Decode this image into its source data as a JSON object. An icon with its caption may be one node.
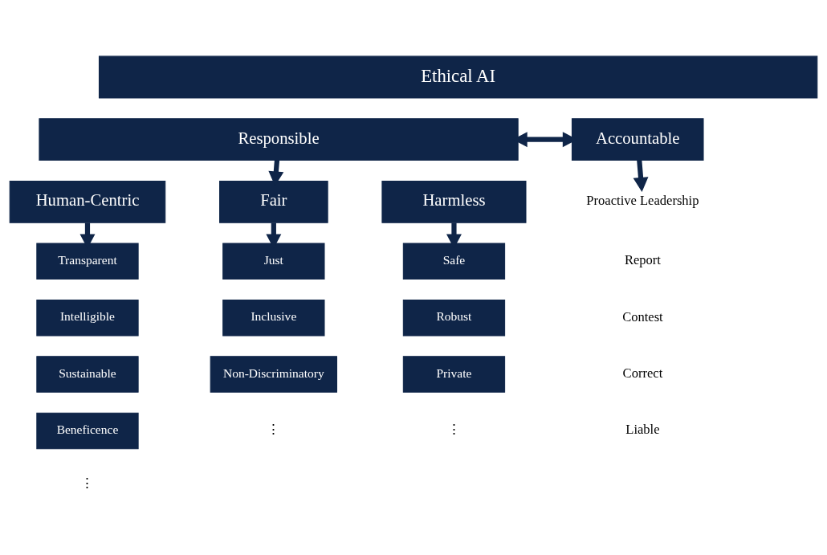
{
  "diagram": {
    "nodes": [
      {
        "text": [
          "Ethical AI"
        ]
      },
      {
        "text": [
          "Responsible"
        ]
      },
      {
        "text": [
          "Accountable"
        ]
      },
      {
        "text": [
          "Human-Centric"
        ]
      },
      {
        "text": [
          "Fair"
        ]
      },
      {
        "text": [
          "Harmless"
        ]
      },
      {
        "text": [
          "Transparent"
        ]
      },
      {
        "text": [
          "Intelligible"
        ]
      },
      {
        "text": [
          "Sustainable"
        ]
      },
      {
        "text": [
          "Beneficence"
        ]
      },
      {
        "text": [
          "Just"
        ]
      },
      {
        "text": [
          "Inclusive"
        ]
      },
      {
        "text": [
          "Non-Discriminatory"
        ]
      },
      {
        "text": [
          "Safe"
        ]
      },
      {
        "text": [
          "Robust"
        ]
      },
      {
        "text": [
          "Private"
        ]
      },
      {
        "text": [
          "Proactive Leadership"
        ]
      }
    ],
    "edges": [
      {
        "from": 1,
        "to": 2,
        "arrow": "both"
      },
      {
        "from": 1,
        "to": 4,
        "arrow": "to"
      },
      {
        "from": 2,
        "to": 16,
        "arrow": "to"
      },
      {
        "from": 3,
        "to": 6,
        "arrow": "to"
      },
      {
        "from": 4,
        "to": 10,
        "arrow": "to"
      },
      {
        "from": 5,
        "to": 13,
        "arrow": "to"
      }
    ],
    "labels": [
      "Report",
      "Contest",
      "Correct",
      "Liable",
      "⋮",
      "⋮",
      "⋮"
    ]
  }
}
